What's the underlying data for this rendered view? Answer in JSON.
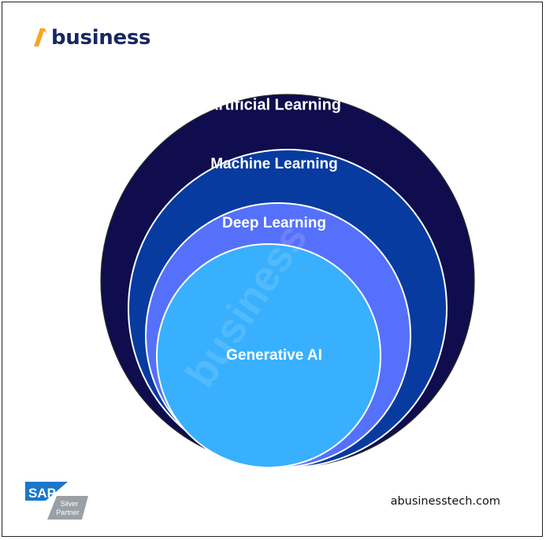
{
  "brand": {
    "logo_text": "business",
    "logo_mark_color": "#f4a722",
    "logo_text_color": "#172761"
  },
  "diagram": {
    "layers": [
      {
        "label": "Artificial Learning",
        "color": "#0f0d4d"
      },
      {
        "label": "Machine Learning",
        "color": "#073ba0"
      },
      {
        "label": "Deep Learning",
        "color": "#5571fb"
      },
      {
        "label": "Generative AI",
        "color": "#38b0fd"
      }
    ],
    "watermark": "business"
  },
  "footer": {
    "badge": {
      "brand": "SAP",
      "line1": "Silver",
      "line2": "Partner",
      "color": "#1a77c9"
    },
    "website": "abusinesstech.com"
  }
}
